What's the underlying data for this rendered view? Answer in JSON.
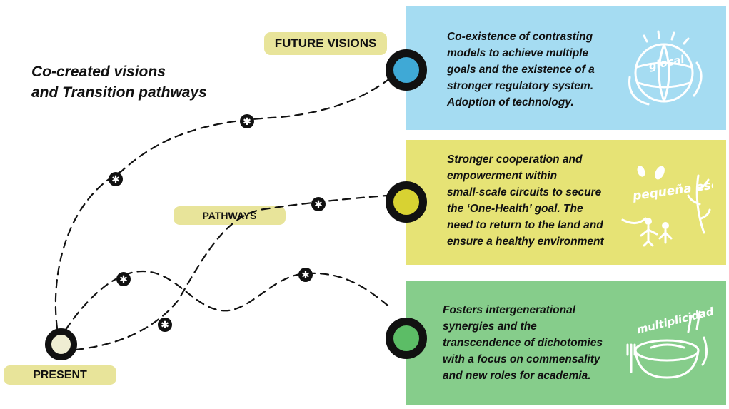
{
  "title": {
    "line1": "Co-created visions",
    "line2": "and Transition pathways"
  },
  "labels": {
    "future": "FUTURE VISIONS",
    "pathways": "PATHWAYS",
    "present": "PRESENT"
  },
  "visions": [
    {
      "lines": [
        "Co-existence of contrasting",
        "models to achieve multiple",
        "goals and the existence of a",
        "stronger regulatory system.",
        "Adoption of technology."
      ],
      "icon": "glocal-globe-icon",
      "icon_text": "glocal",
      "panel_color": "#a5dcf2",
      "node_color": "#3fa9d6"
    },
    {
      "lines": [
        "Stronger cooperation and",
        "empowerment within",
        "small-scale circuits to secure",
        "the ‘One-Health’ goal. The",
        "need to return to the land and",
        "ensure a healthy environment"
      ],
      "icon": "pequena-escala-icon",
      "icon_text": "pequeña escala",
      "panel_color": "#e6e375",
      "node_color": "#d8d232"
    },
    {
      "lines": [
        "Fosters intergenerational",
        "synergies and the",
        "transcendence of dichotomies",
        "with a focus on commensality",
        "and new roles for academia."
      ],
      "icon": "multiplicidad-bowl-icon",
      "icon_text": "multiplicidad",
      "panel_color": "#86cd8b",
      "node_color": "#5cbd66"
    }
  ],
  "present_node_color": "#efedd2",
  "pill_color": "#e8e49a",
  "asterisk": "✱"
}
